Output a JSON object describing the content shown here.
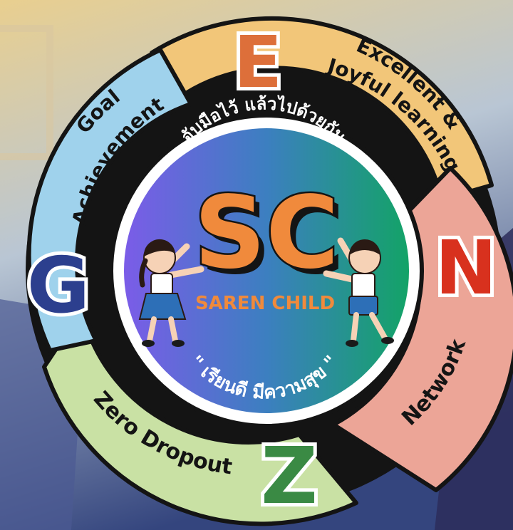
{
  "colors": {
    "background_top": "#e9cf8f",
    "background_bottom": "#34457e",
    "segment_e": "#f2c679",
    "segment_n": "#eca597",
    "segment_z": "#c9e1a4",
    "segment_g": "#9fd2ec",
    "letter_e": "#dd6f3a",
    "letter_n": "#d8311e",
    "letter_z": "#3a8a44",
    "letter_g": "#2c3f8e",
    "center_gradient_left": "#7b5ce8",
    "center_gradient_right": "#13a367",
    "sc_orange": "#f08a3c",
    "outline": "#141414"
  },
  "segments": {
    "e": {
      "letter": "E",
      "line1": "Excellent &",
      "line2": "Joyful learning"
    },
    "n": {
      "letter": "N",
      "label": "Network"
    },
    "z": {
      "letter": "Z",
      "label": "Zero Dropout"
    },
    "g": {
      "letter": "G",
      "line1": "Goal",
      "line2": "Achievement"
    }
  },
  "center": {
    "top_slogan": "จับมือไว้  แล้วไปด้วยกัน",
    "logo_text": "SC",
    "school_name": "SAREN CHILD",
    "bottom_slogan": "\" เรียนดี มีความสุข \""
  },
  "icons": [
    "girl-student-icon",
    "boy-student-icon"
  ]
}
